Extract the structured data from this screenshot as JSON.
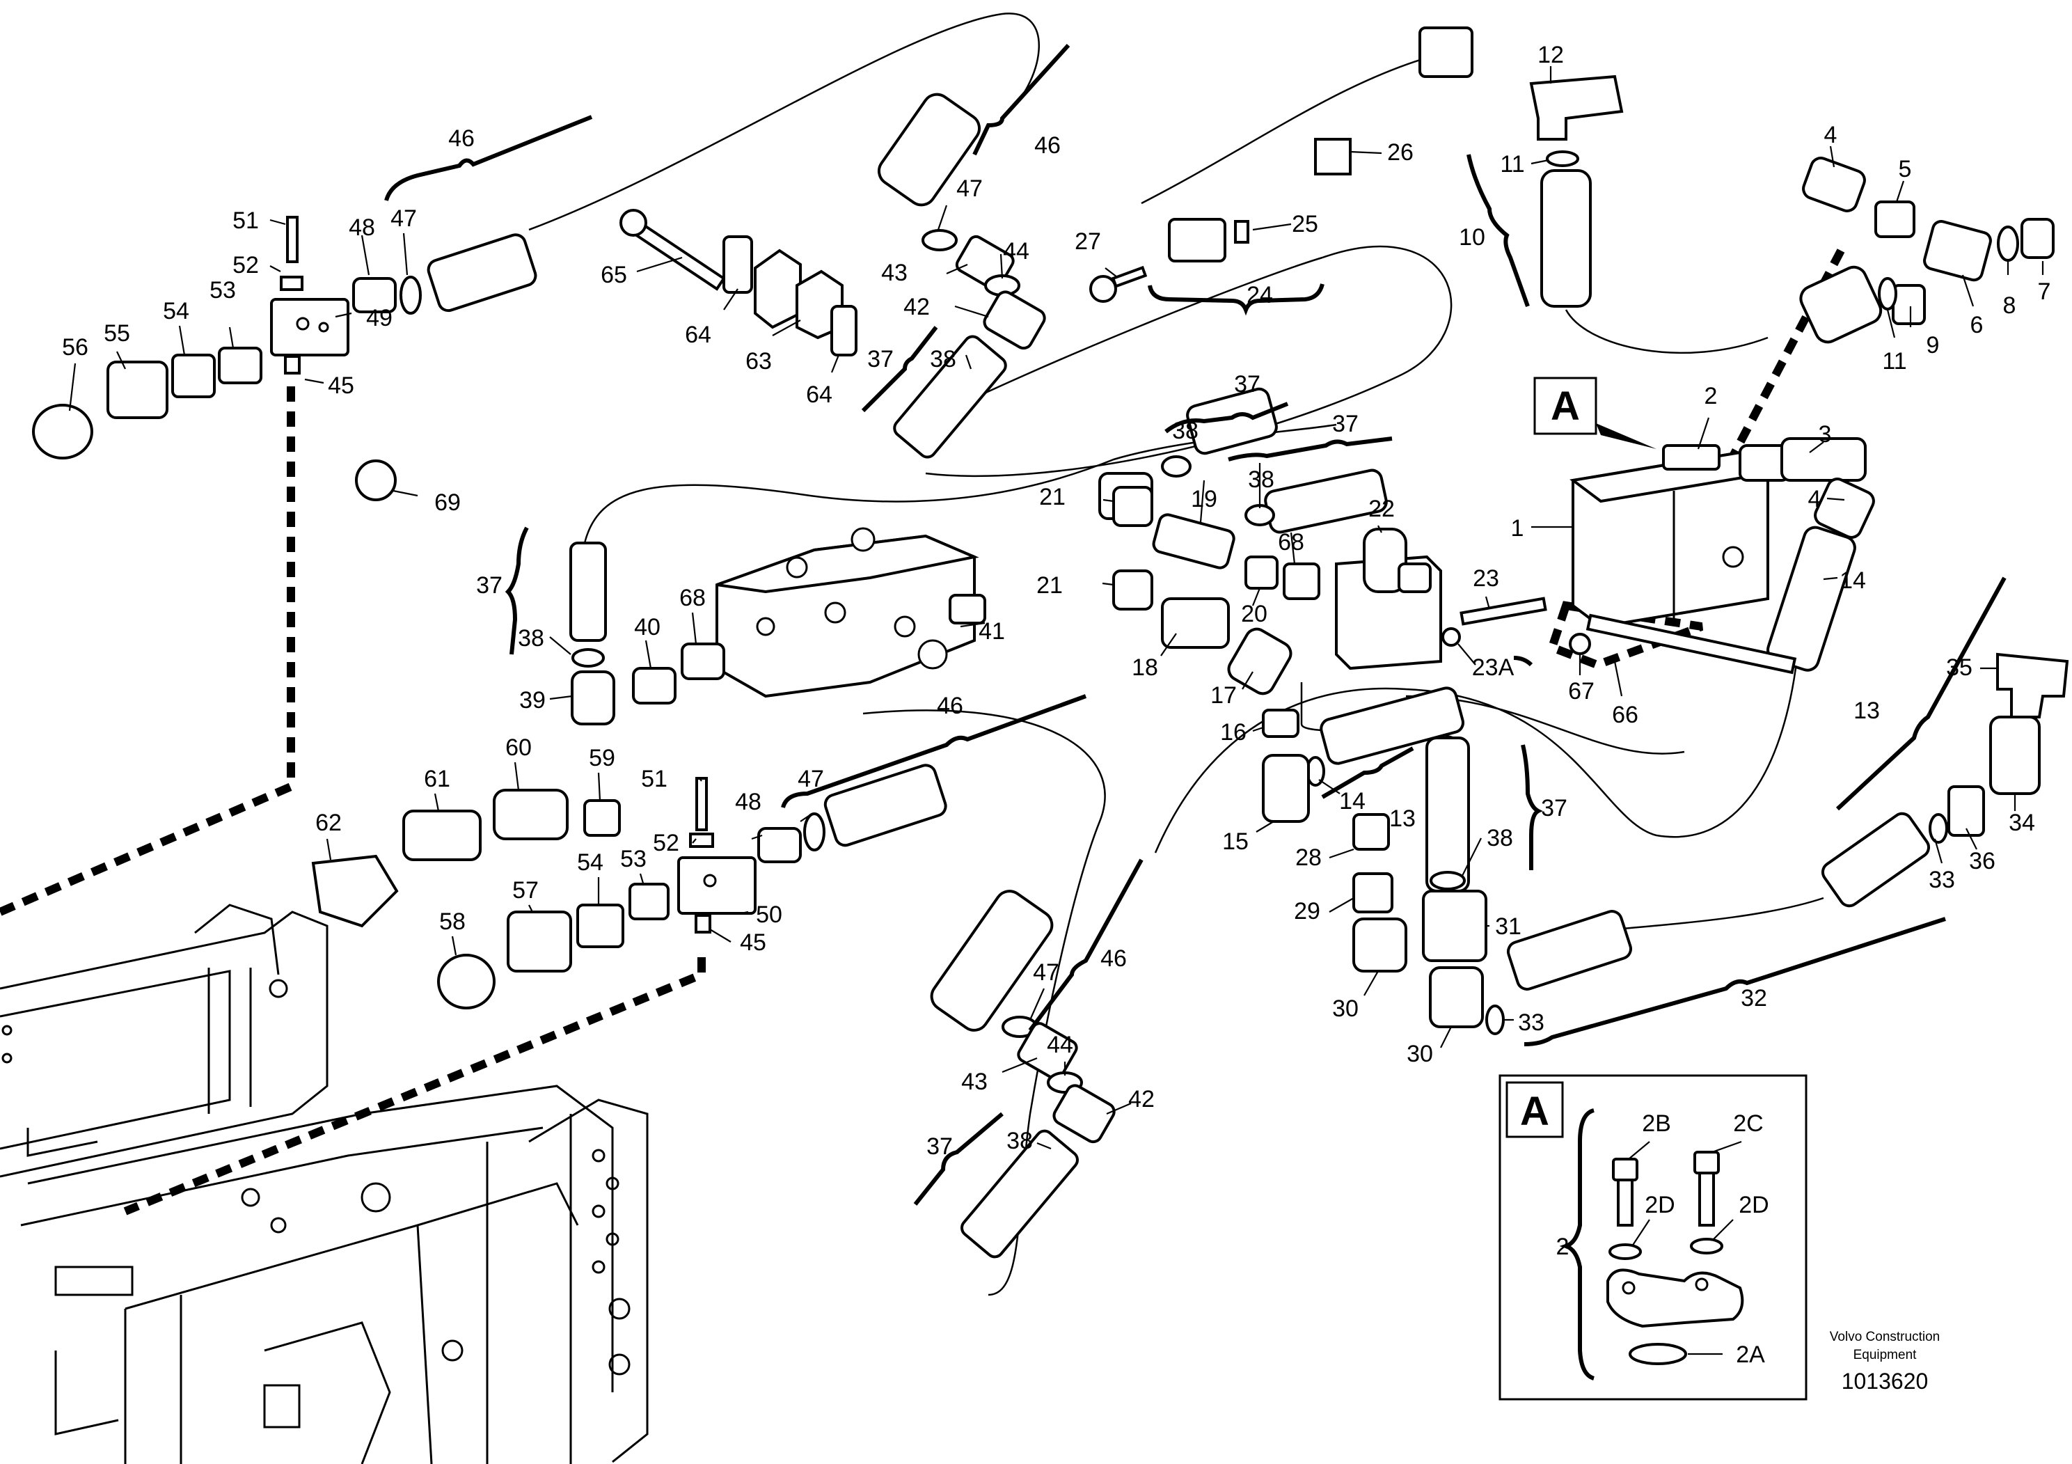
{
  "title": "",
  "detail_box": {
    "marker": "A",
    "group_label": "2",
    "labels": [
      "2B",
      "2C",
      "2D",
      "2D",
      "2A"
    ]
  },
  "callout_marker": "A",
  "footer": {
    "line1": "Volvo Construction",
    "line2": "Equipment",
    "code": "1013620"
  },
  "part_labels": [
    {
      "id": "l46a",
      "text": "46"
    },
    {
      "id": "l51a",
      "text": "51"
    },
    {
      "id": "l48a",
      "text": "48"
    },
    {
      "id": "l47a",
      "text": "47"
    },
    {
      "id": "l52a",
      "text": "52"
    },
    {
      "id": "l53a",
      "text": "53"
    },
    {
      "id": "l54a",
      "text": "54"
    },
    {
      "id": "l56",
      "text": "56"
    },
    {
      "id": "l55",
      "text": "55"
    },
    {
      "id": "l49",
      "text": "49"
    },
    {
      "id": "l45a",
      "text": "45"
    },
    {
      "id": "l69",
      "text": "69"
    },
    {
      "id": "l65",
      "text": "65"
    },
    {
      "id": "l64a",
      "text": "64"
    },
    {
      "id": "l63",
      "text": "63"
    },
    {
      "id": "l64b",
      "text": "64"
    },
    {
      "id": "l47b",
      "text": "47"
    },
    {
      "id": "l46b",
      "text": "46"
    },
    {
      "id": "l43a",
      "text": "43"
    },
    {
      "id": "l44a",
      "text": "44"
    },
    {
      "id": "l42a",
      "text": "42"
    },
    {
      "id": "l37a",
      "text": "37"
    },
    {
      "id": "l38a",
      "text": "38"
    },
    {
      "id": "l27",
      "text": "27"
    },
    {
      "id": "l26",
      "text": "26"
    },
    {
      "id": "l25",
      "text": "25"
    },
    {
      "id": "l24",
      "text": "24"
    },
    {
      "id": "l12",
      "text": "12"
    },
    {
      "id": "l11a",
      "text": "11"
    },
    {
      "id": "l10",
      "text": "10"
    },
    {
      "id": "l4a",
      "text": "4"
    },
    {
      "id": "l5",
      "text": "5"
    },
    {
      "id": "l7",
      "text": "7"
    },
    {
      "id": "l8",
      "text": "8"
    },
    {
      "id": "l6",
      "text": "6"
    },
    {
      "id": "l9",
      "text": "9"
    },
    {
      "id": "l11b",
      "text": "11"
    },
    {
      "id": "l2",
      "text": "2"
    },
    {
      "id": "l3",
      "text": "3"
    },
    {
      "id": "l4b",
      "text": "4"
    },
    {
      "id": "l1",
      "text": "1"
    },
    {
      "id": "l14a",
      "text": "14"
    },
    {
      "id": "l37b",
      "text": "37"
    },
    {
      "id": "l38b",
      "text": "38"
    },
    {
      "id": "l37c",
      "text": "37"
    },
    {
      "id": "l21a",
      "text": "21"
    },
    {
      "id": "l19",
      "text": "19"
    },
    {
      "id": "l38c",
      "text": "38"
    },
    {
      "id": "l22",
      "text": "22"
    },
    {
      "id": "l68a",
      "text": "68"
    },
    {
      "id": "l21b",
      "text": "21"
    },
    {
      "id": "l20",
      "text": "20"
    },
    {
      "id": "l23",
      "text": "23"
    },
    {
      "id": "l18",
      "text": "18"
    },
    {
      "id": "l23A",
      "text": "23A"
    },
    {
      "id": "l67",
      "text": "67"
    },
    {
      "id": "l66",
      "text": "66"
    },
    {
      "id": "l13a",
      "text": "13"
    },
    {
      "id": "l35",
      "text": "35"
    },
    {
      "id": "l17",
      "text": "17"
    },
    {
      "id": "l16",
      "text": "16"
    },
    {
      "id": "l37d",
      "text": "37"
    },
    {
      "id": "l38d",
      "text": "38"
    },
    {
      "id": "l40",
      "text": "40"
    },
    {
      "id": "l68b",
      "text": "68"
    },
    {
      "id": "l41",
      "text": "41"
    },
    {
      "id": "l39",
      "text": "39"
    },
    {
      "id": "l46c",
      "text": "46"
    },
    {
      "id": "l60",
      "text": "60"
    },
    {
      "id": "l59",
      "text": "59"
    },
    {
      "id": "l51b",
      "text": "51"
    },
    {
      "id": "l61",
      "text": "61"
    },
    {
      "id": "l47c",
      "text": "47"
    },
    {
      "id": "l48b",
      "text": "48"
    },
    {
      "id": "l52b",
      "text": "52"
    },
    {
      "id": "l62",
      "text": "62"
    },
    {
      "id": "l54b",
      "text": "54"
    },
    {
      "id": "l53b",
      "text": "53"
    },
    {
      "id": "l57",
      "text": "57"
    },
    {
      "id": "l50",
      "text": "50"
    },
    {
      "id": "l58",
      "text": "58"
    },
    {
      "id": "l45b",
      "text": "45"
    },
    {
      "id": "l14b",
      "text": "14"
    },
    {
      "id": "l13b",
      "text": "13"
    },
    {
      "id": "l15",
      "text": "15"
    },
    {
      "id": "l37e",
      "text": "37"
    },
    {
      "id": "l28",
      "text": "28"
    },
    {
      "id": "l38e",
      "text": "38"
    },
    {
      "id": "l29",
      "text": "29"
    },
    {
      "id": "l31",
      "text": "31"
    },
    {
      "id": "l30a",
      "text": "30"
    },
    {
      "id": "l30b",
      "text": "30"
    },
    {
      "id": "l33a",
      "text": "33"
    },
    {
      "id": "l36",
      "text": "36"
    },
    {
      "id": "l34",
      "text": "34"
    },
    {
      "id": "l33b",
      "text": "33"
    },
    {
      "id": "l32",
      "text": "32"
    },
    {
      "id": "l47d",
      "text": "47"
    },
    {
      "id": "l46d",
      "text": "46"
    },
    {
      "id": "l44b",
      "text": "44"
    },
    {
      "id": "l43b",
      "text": "43"
    },
    {
      "id": "l42b",
      "text": "42"
    },
    {
      "id": "l37f",
      "text": "37"
    },
    {
      "id": "l38f",
      "text": "38"
    }
  ]
}
